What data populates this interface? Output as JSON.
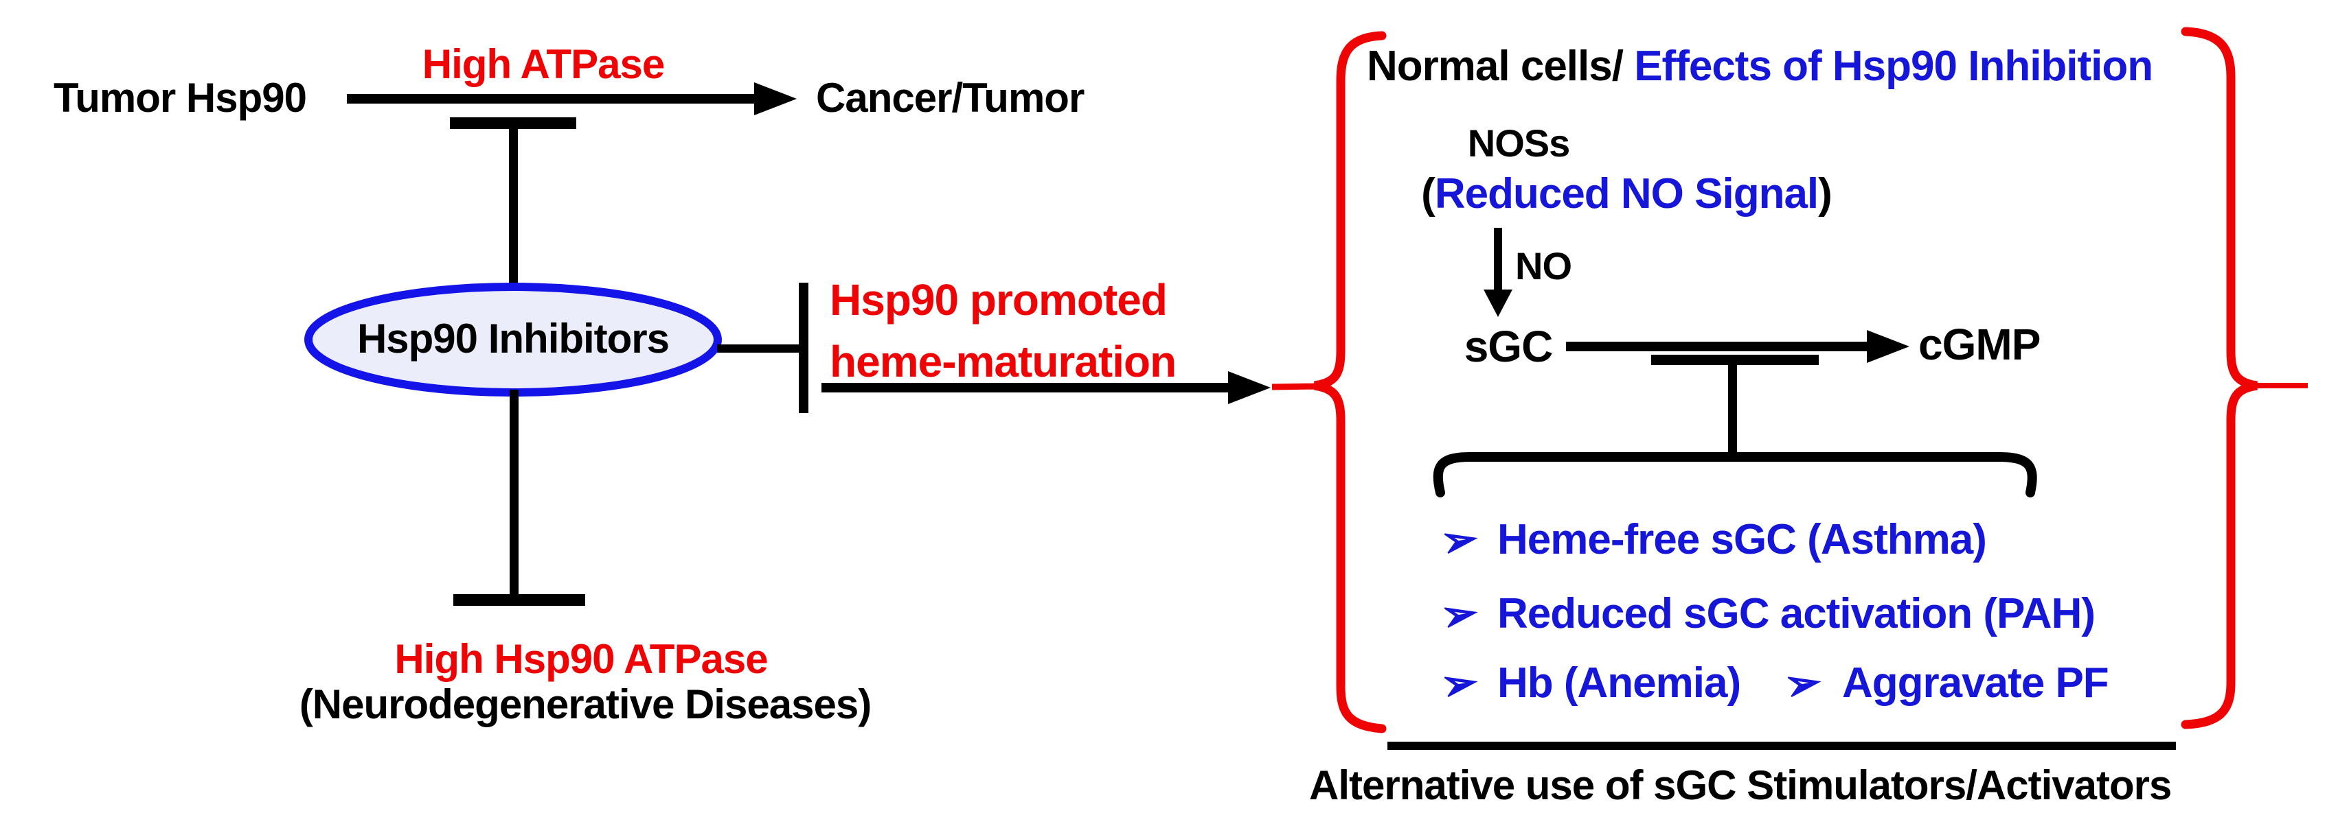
{
  "palette": {
    "red": "#ee0404",
    "blue_text": "#1616d8",
    "ellipse_border": "#1414e8",
    "ellipse_fill": "#ecedfa",
    "black": "#000000"
  },
  "left": {
    "tumor_hsp90": "Tumor Hsp90",
    "high_atpase": "High ATPase",
    "cancer_tumor": "Cancer/Tumor",
    "inhibitor_ellipse": "Hsp90 Inhibitors",
    "high_hsp90_atpase": "High Hsp90 ATPase",
    "neurodegenerative": "(Neurodegenerative Diseases)"
  },
  "middle": {
    "heme_line1": "Hsp90 promoted",
    "heme_line2": "heme-maturation"
  },
  "right": {
    "header_black": "Normal cells/",
    "header_blue": " Effects of Hsp90 Inhibition",
    "noss": "NOSs",
    "reduced_open": "(",
    "reduced_blue": "Reduced NO Signal",
    "reduced_close": ")",
    "no_label": "NO",
    "sgc": "sGC",
    "cgmp": "cGMP",
    "bullet_glyph": "➢",
    "bullets": [
      {
        "label": "Heme-free sGC (Asthma)"
      },
      {
        "label": "Reduced sGC activation (PAH)"
      },
      {
        "label": "Hb (Anemia)"
      },
      {
        "label": "Aggravate PF"
      }
    ],
    "caption": "Alternative use of sGC Stimulators/Activators"
  }
}
